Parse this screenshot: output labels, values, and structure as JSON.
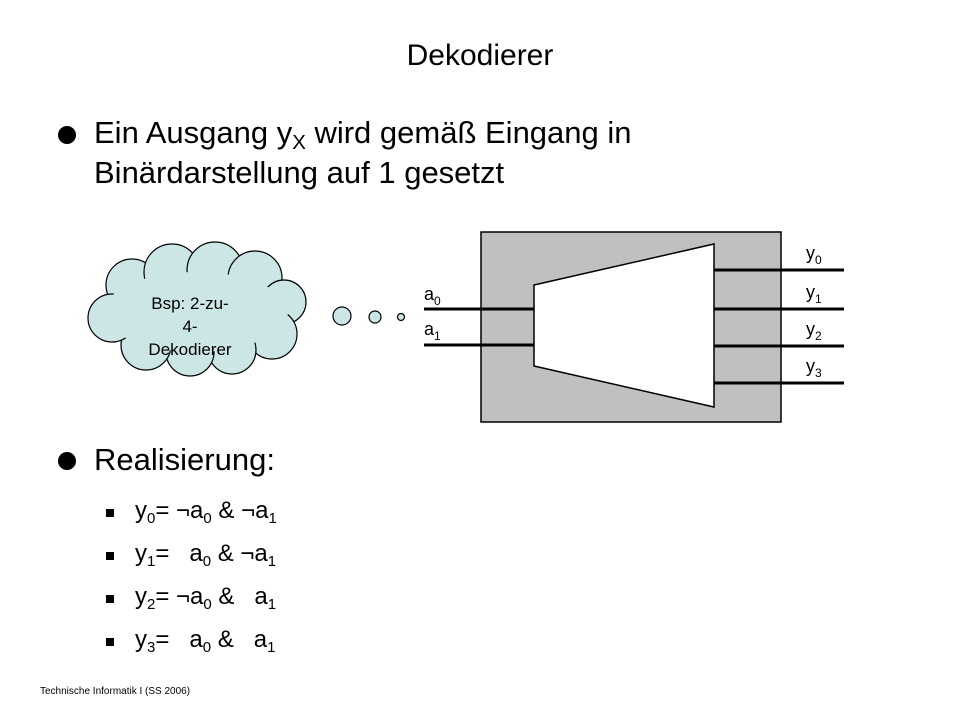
{
  "slide": {
    "title": "Dekodierer",
    "footer": "Technische Informatik I (SS 2006)"
  },
  "bullet1": {
    "part1": "Ein Ausgang y",
    "part1_sub": "X",
    "part2": " wird gemäß Eingang in",
    "line2": "Binärdarstellung auf 1 gesetzt"
  },
  "cloud": {
    "line1": "Bsp: 2-zu-",
    "line2": "4-",
    "line3": "Dekodierer",
    "fill_color": "#cce6e6"
  },
  "diagram": {
    "box_color": "#c0c0c0",
    "inputs": [
      {
        "base": "a",
        "sub": "0"
      },
      {
        "base": "a",
        "sub": "1"
      }
    ],
    "outputs": [
      {
        "base": "y",
        "sub": "0"
      },
      {
        "base": "y",
        "sub": "1"
      },
      {
        "base": "y",
        "sub": "2"
      },
      {
        "base": "y",
        "sub": "3"
      }
    ]
  },
  "bullet2": {
    "label": "Realisierung:"
  },
  "equations": [
    {
      "lhs": "y",
      "lhs_sub": "0",
      "eq": "= ",
      "t1": "¬a",
      "t1_sub": "0",
      "op": " & ",
      "t2": "¬a",
      "t2_sub": "1"
    },
    {
      "lhs": "y",
      "lhs_sub": "1",
      "eq": "= ",
      "t1": "  a",
      "t1_sub": "0",
      "op": " & ",
      "t2": "¬a",
      "t2_sub": "1"
    },
    {
      "lhs": "y",
      "lhs_sub": "2",
      "eq": "= ",
      "t1": "¬a",
      "t1_sub": "0",
      "op": " & ",
      "t2": "  a",
      "t2_sub": "1"
    },
    {
      "lhs": "y",
      "lhs_sub": "3",
      "eq": "= ",
      "t1": "  a",
      "t1_sub": "0",
      "op": " & ",
      "t2": "  a",
      "t2_sub": "1"
    }
  ]
}
